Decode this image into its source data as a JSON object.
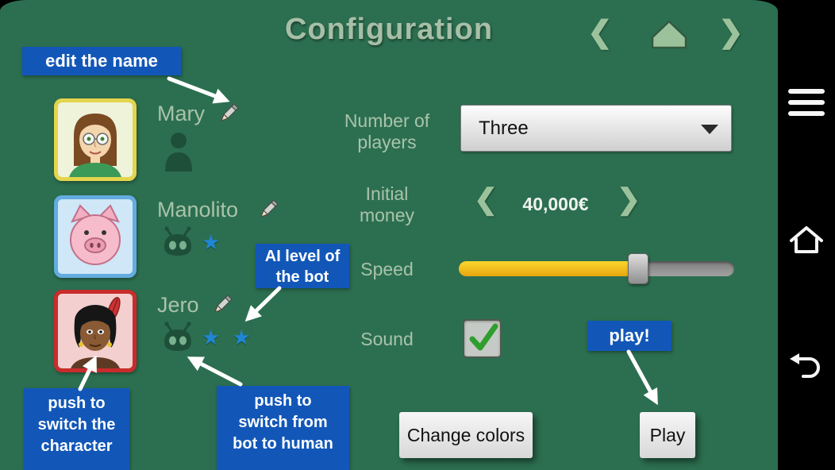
{
  "title": "Configuration",
  "top_nav": {
    "prev_chevron": "❮",
    "next_chevron": "❯"
  },
  "players": [
    {
      "name": "Mary",
      "kind": "human",
      "stars": ""
    },
    {
      "name": "Manolito",
      "kind": "bot",
      "stars": "★"
    },
    {
      "name": "Jero",
      "kind": "bot",
      "stars": "★ ★"
    }
  ],
  "form": {
    "players_label": "Number of\nplayers",
    "players_value": "Three",
    "money_label": "Initial\nmoney",
    "money_prev": "❮",
    "money_value": "40,000€",
    "money_next": "❯",
    "speed_label": "Speed",
    "speed_percent": 65,
    "sound_label": "Sound",
    "sound_checked": true
  },
  "buttons": {
    "change_colors": "Change colors",
    "play": "Play"
  },
  "callouts": {
    "edit_name": "edit the name",
    "ai_level": "AI level of\nthe bot",
    "play": "play!",
    "switch_character": "push to\nswitch the\ncharacter",
    "switch_bot": "push to\nswitch from\nbot to human"
  },
  "icons": {
    "edit": "pencil-icon",
    "human": "person-icon",
    "bot": "robot-icon",
    "ai_level": "star-icon",
    "dropdown": "caret-down-icon",
    "sound": "check-icon",
    "nav": [
      "hamburger-menu-icon",
      "android-home-icon",
      "android-back-icon"
    ],
    "top": [
      "chevron-left-icon",
      "home-icon",
      "chevron-right-icon"
    ]
  },
  "colors": {
    "background": "#2c6f50",
    "callout_blue": "#1257b8",
    "label_green": "#a9c3ab",
    "star_blue": "#1f86d4",
    "slider_fill": "#f2b614",
    "navbar": "#000000"
  }
}
